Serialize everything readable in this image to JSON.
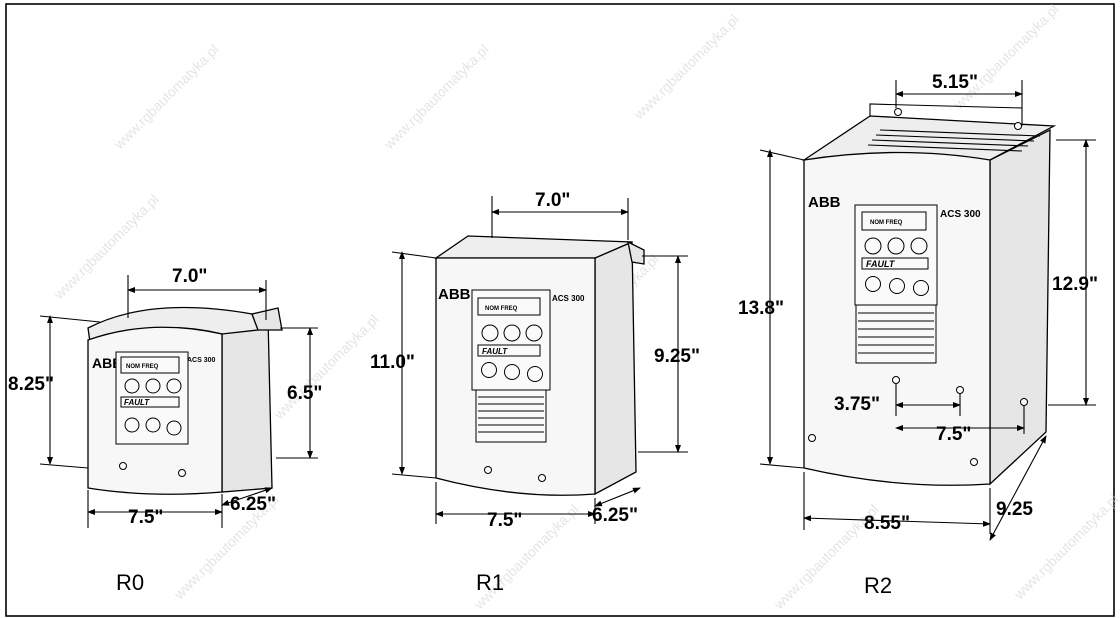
{
  "watermark": "www.rgbautomatyka.pl",
  "models": [
    {
      "label": "R0",
      "brand": "ABB",
      "model_name": "ACS 300",
      "display_text": "NOM FREQ",
      "fault_text": "FAULT",
      "dims": {
        "top_width": "7.0\"",
        "height_left": "8.25\"",
        "height_right": "6.5\"",
        "bottom_width": "7.5\"",
        "depth": "6.25\""
      }
    },
    {
      "label": "R1",
      "brand": "ABB",
      "model_name": "ACS 300",
      "display_text": "NOM FREQ",
      "fault_text": "FAULT",
      "dims": {
        "top_width": "7.0\"",
        "height_left": "11.0\"",
        "height_right": "9.25\"",
        "bottom_width": "7.5\"",
        "depth": "6.25\""
      }
    },
    {
      "label": "R2",
      "brand": "ABB",
      "model_name": "ACS 300",
      "display_text": "NOM FREQ",
      "fault_text": "FAULT",
      "dims": {
        "top_width": "5.15\"",
        "height_left": "13.8\"",
        "height_right": "12.9\"",
        "inner_small": "3.75\"",
        "inner_width": "7.5\"",
        "bottom_width": "8.55\"",
        "depth": "9.25"
      }
    }
  ]
}
